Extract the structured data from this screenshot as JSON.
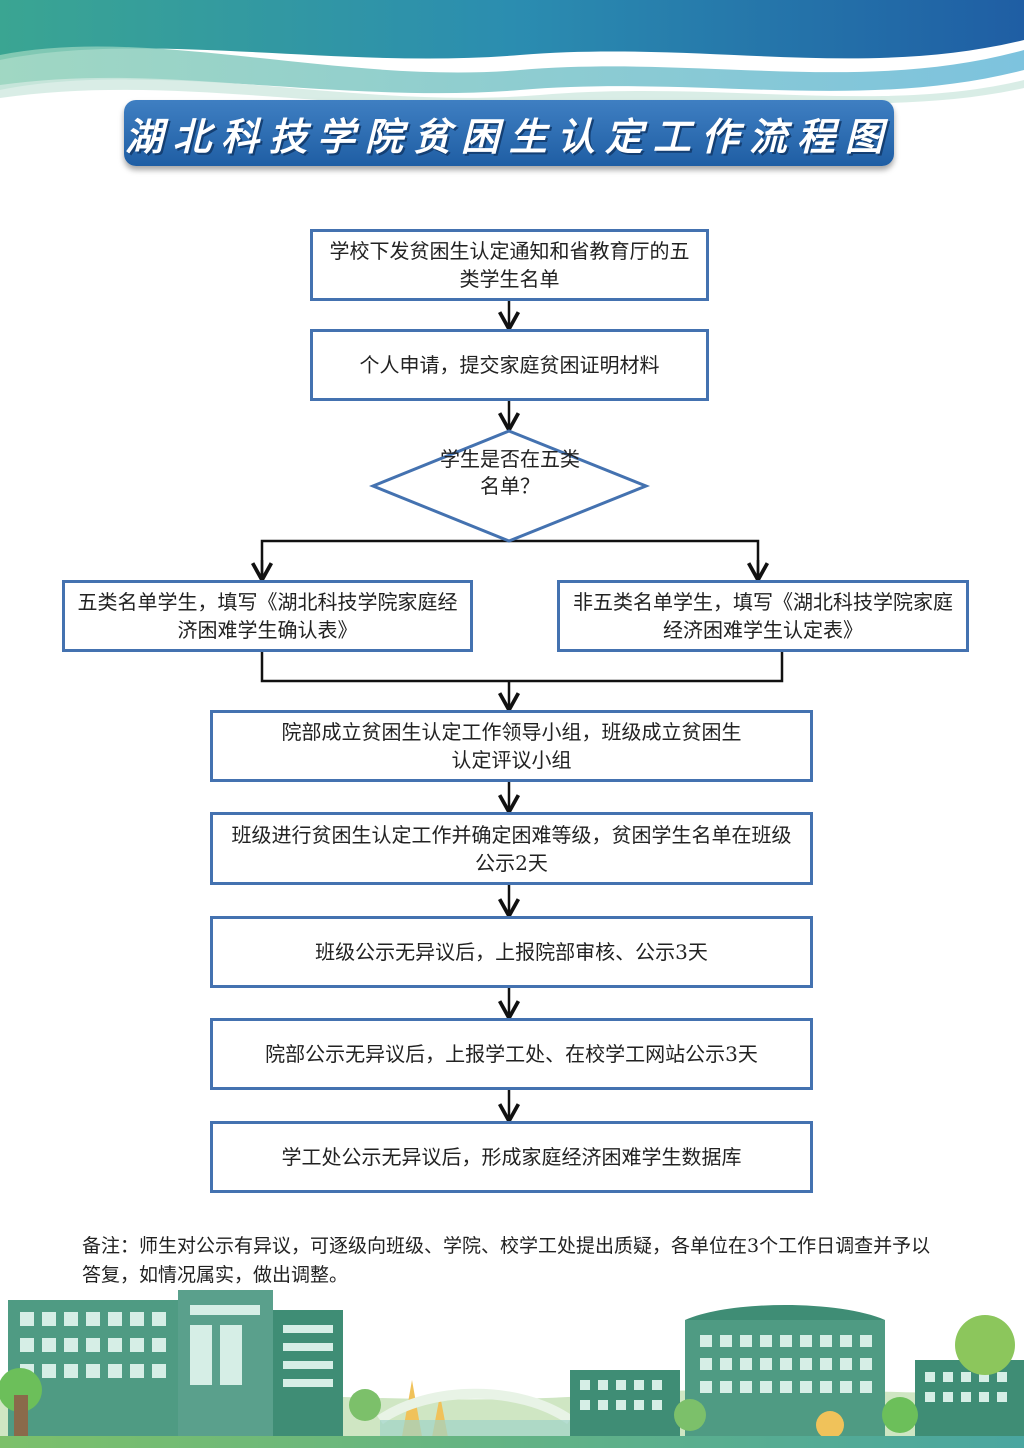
{
  "title": "湖北科技学院贫困生认定工作流程图",
  "steps": {
    "s1": "学校下发贫困生认定通知和省教育厅的五类学生名单",
    "s2": "个人申请，提交家庭贫困证明材料",
    "decision": "学生是否在五类名单？",
    "left_branch": "五类名单学生，填写《湖北科技学院家庭经济困难学生确认表》",
    "right_branch": "非五类名单学生，填写《湖北科技学院家庭经济困难学生认定表》",
    "s3": "院部成立贫困生认定工作领导小组，班级成立贫困生认定评议小组",
    "s4": "班级进行贫困生认定工作并确定困难等级，贫困学生名单在班级公示2天",
    "s5": "班级公示无异议后，上报院部审核、公示3天",
    "s6": "院部公示无异议后，上报学工处、在校学工网站公示3天",
    "s7": "学工处公示无异议后，形成家庭经济困难学生数据库"
  },
  "note": "备注：师生对公示有异议，可逐级向班级、学院、校学工处提出质疑，各单位在3个工作日调查并予以答复，如情况属实，做出调整。",
  "colors": {
    "box_border": "#4472b0",
    "title_bg": "#2e6db4",
    "arrow": "#111111"
  }
}
